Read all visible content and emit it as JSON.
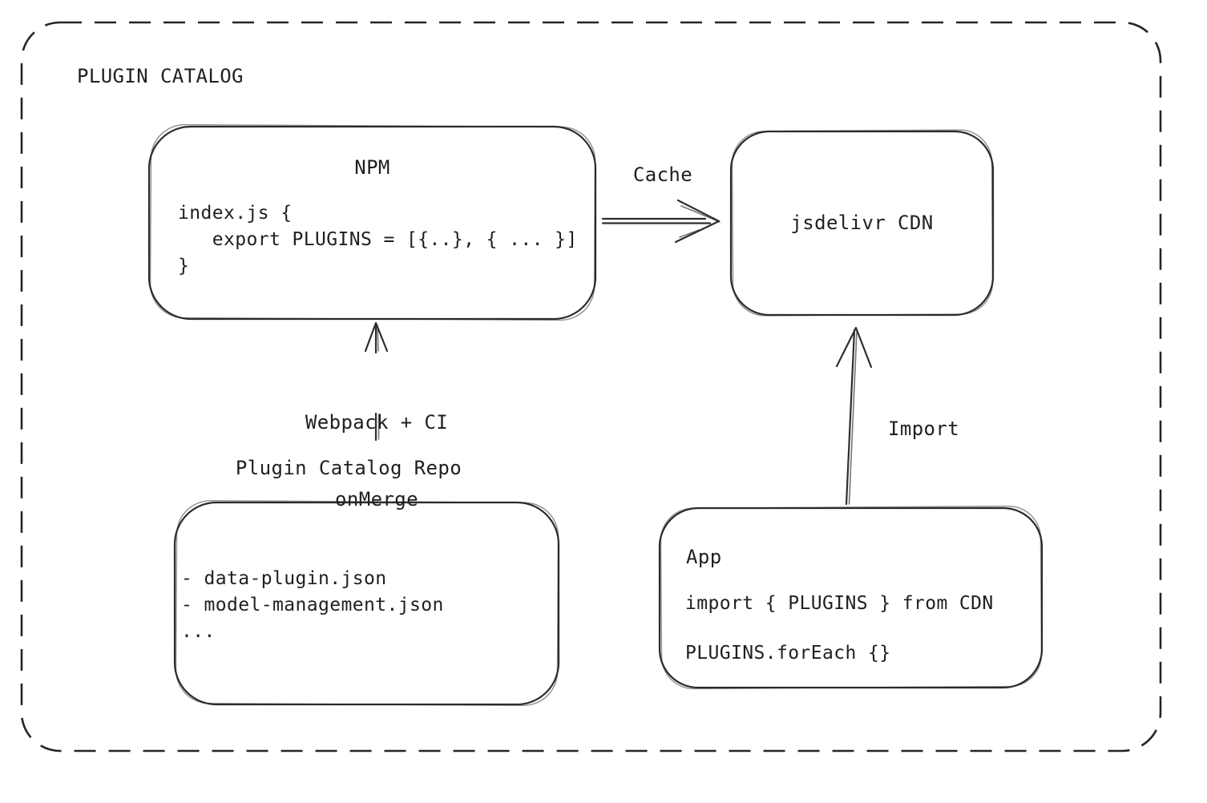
{
  "diagram": {
    "title": "PLUGIN CATALOG",
    "colors": {
      "stroke": "#2b2b2b",
      "text": "#1f1f1f",
      "background": "#ffffff"
    },
    "nodes": {
      "npm": {
        "title": "NPM",
        "code": "index.js {\n   export PLUGINS = [{..}, { ... }]\n}"
      },
      "cdn": {
        "title": "jsdelivr CDN"
      },
      "repo": {
        "label": "Plugin Catalog Repo",
        "files": "- data-plugin.json\n- model-management.json\n..."
      },
      "app": {
        "title": "App",
        "import_line": "import { PLUGINS } from CDN",
        "foreach_line": "PLUGINS.forEach {}"
      }
    },
    "edges": {
      "cache": {
        "label": "Cache",
        "from": "npm",
        "to": "cdn",
        "direction": "right"
      },
      "build": {
        "label_line1": "Webpack + CI",
        "label_line2": "onMerge",
        "from": "repo",
        "to": "npm",
        "direction": "up"
      },
      "import": {
        "label": "Import",
        "from": "app",
        "to": "cdn",
        "direction": "up"
      }
    }
  }
}
